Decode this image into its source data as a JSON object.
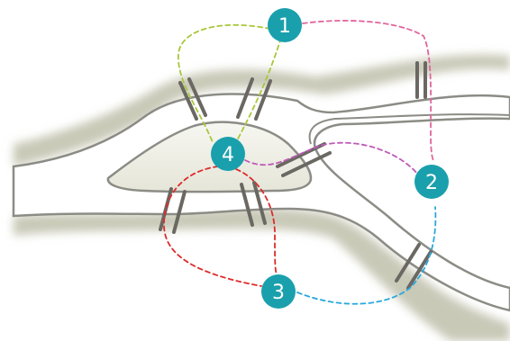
{
  "diagram": {
    "nodes": [
      {
        "id": "1",
        "label": "1"
      },
      {
        "id": "2",
        "label": "2"
      },
      {
        "id": "3",
        "label": "3"
      },
      {
        "id": "4",
        "label": "4"
      }
    ],
    "edges": [
      {
        "from": "1",
        "to": "4",
        "color": "#a8c73a",
        "count": 2
      },
      {
        "from": "1",
        "to": "2",
        "color": "#e0669c",
        "count": 1
      },
      {
        "from": "4",
        "to": "2",
        "color": "#c05ab8",
        "count": 1
      },
      {
        "from": "4",
        "to": "3",
        "color": "#dd2b2b",
        "count": 2
      },
      {
        "from": "3",
        "to": "2",
        "color": "#2aa8dd",
        "count": 1
      }
    ],
    "colors": {
      "node_fill": "#1aa0ad",
      "river_fill": "#ffffff",
      "bank": "#8c8c86",
      "bridge": "#6b6863"
    }
  }
}
